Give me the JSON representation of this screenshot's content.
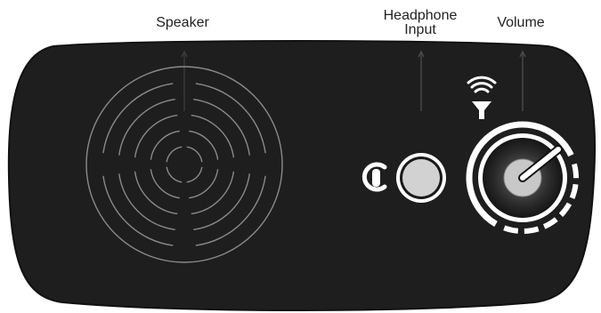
{
  "labels": {
    "speaker": "Speaker",
    "headphone_line1": "Headphone",
    "headphone_line2": "Input",
    "volume": "Volume"
  },
  "icons": [
    "headphone-icon",
    "speaker-volume-icon"
  ],
  "colors": {
    "panel": "#1e1e1e",
    "panel_edge": "#111111",
    "grille_line": "#8a8a8a",
    "arrow": "#444444",
    "jack_fill": "#d2d2d2",
    "knob_center": "#c8c8c8",
    "knob_ring": "#ffffff"
  }
}
